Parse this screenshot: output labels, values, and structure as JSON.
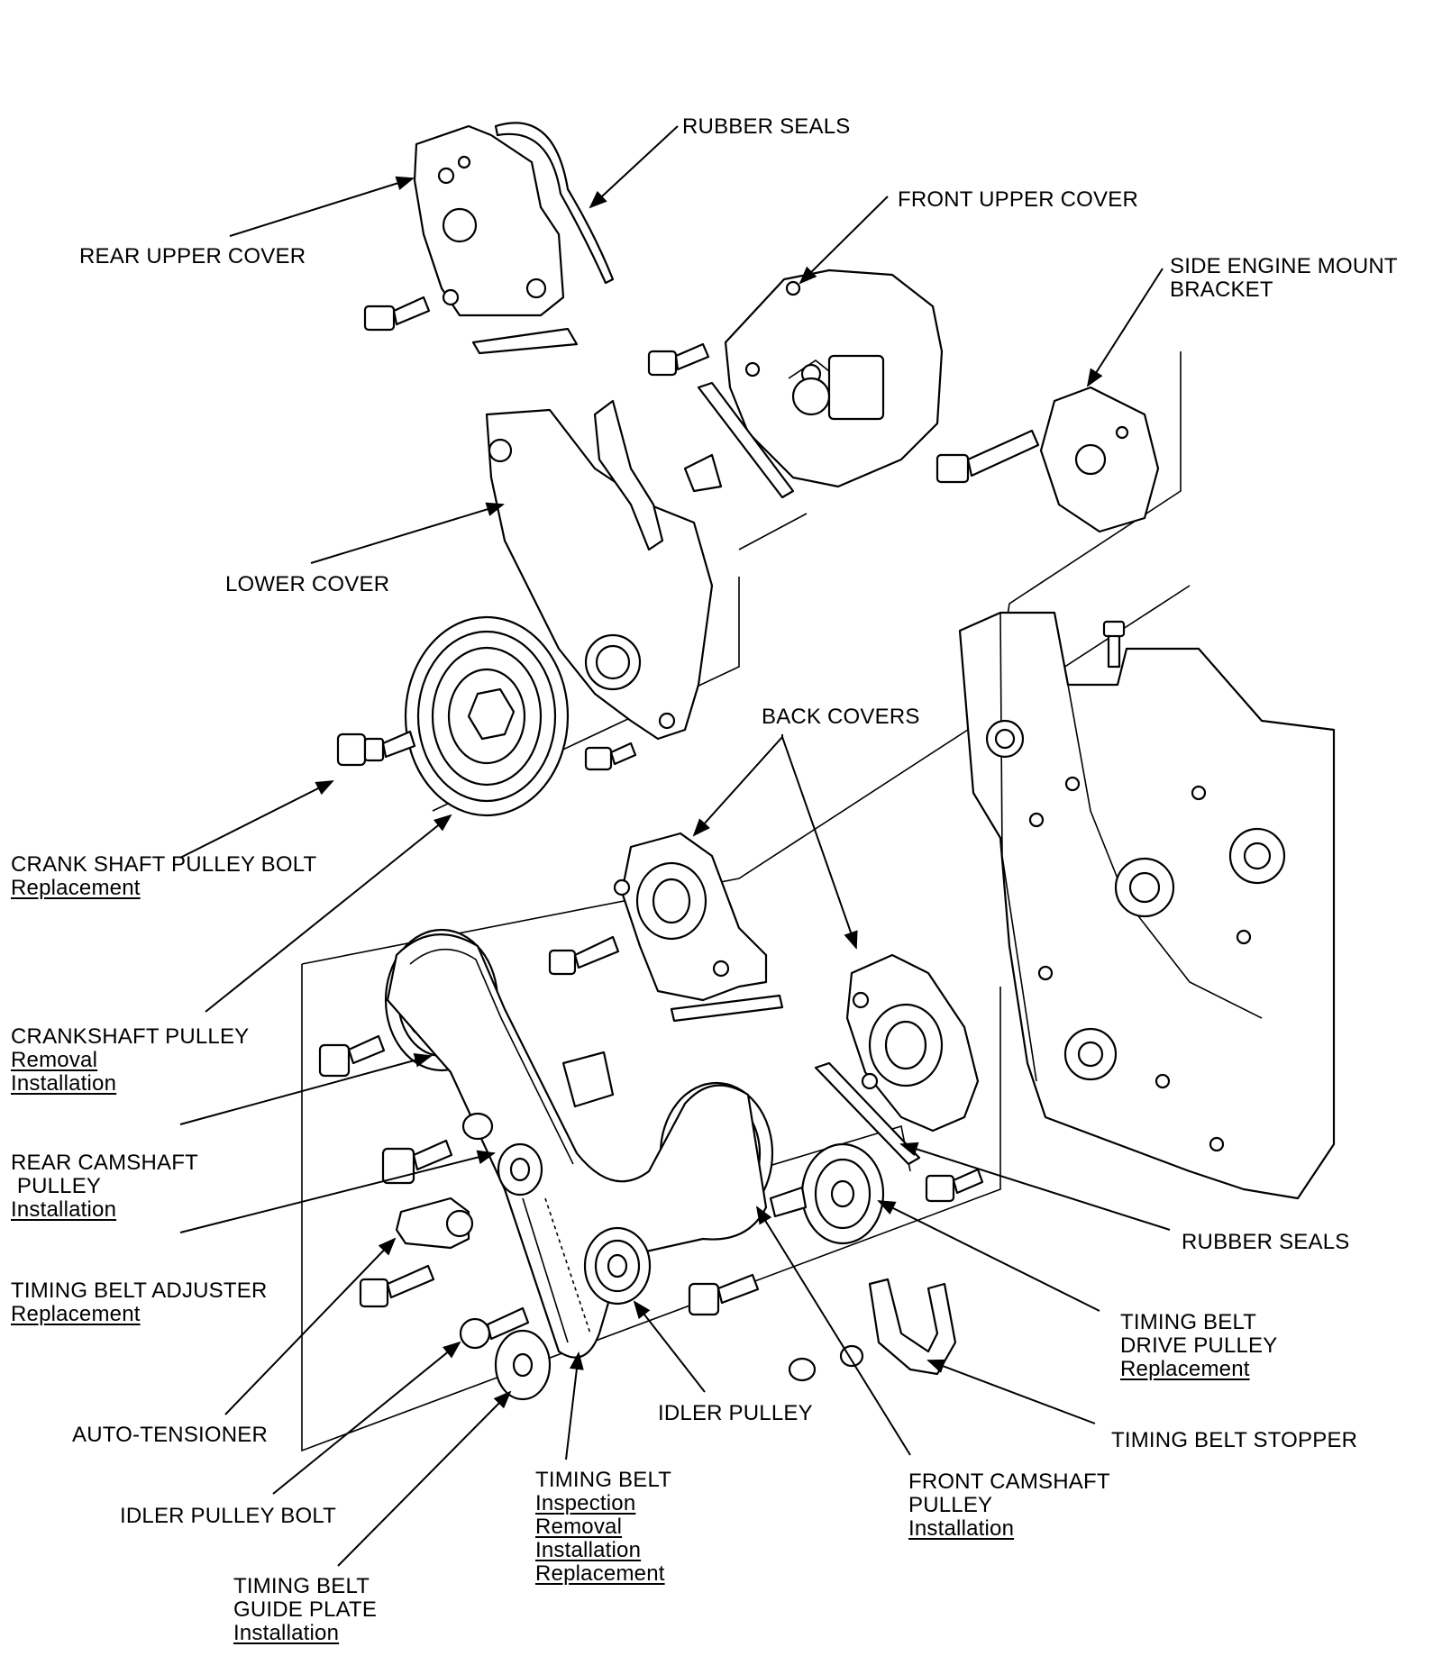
{
  "labels": {
    "rubber_seals_top": "RUBBER SEALS",
    "rear_upper_cover": "REAR UPPER COVER",
    "front_upper_cover": "FRONT UPPER COVER",
    "side_engine_mount_bracket": [
      "SIDE ENGINE MOUNT",
      "BRACKET"
    ],
    "lower_cover": "LOWER COVER",
    "back_covers": "BACK COVERS",
    "crank_shaft_pulley_bolt": {
      "title": "CRANK SHAFT PULLEY BOLT",
      "links": [
        "Replacement"
      ]
    },
    "crankshaft_pulley": {
      "title": "CRANKSHAFT PULLEY",
      "links": [
        "Removal",
        "Installation"
      ]
    },
    "rear_camshaft_pulley": {
      "title": [
        "REAR CAMSHAFT",
        " PULLEY"
      ],
      "links": [
        "Installation"
      ]
    },
    "timing_belt_adjuster": {
      "title": "TIMING BELT ADJUSTER",
      "links": [
        "Replacement"
      ]
    },
    "auto_tensioner": "AUTO-TENSIONER",
    "idler_pulley_bolt": "IDLER PULLEY BOLT",
    "timing_belt_guide_plate": {
      "title": [
        "TIMING BELT",
        "GUIDE PLATE"
      ],
      "links": [
        "Installation"
      ]
    },
    "timing_belt": {
      "title": "TIMING BELT",
      "links": [
        "Inspection",
        "Removal",
        "Installation",
        "Replacement"
      ]
    },
    "idler_pulley": "IDLER PULLEY",
    "front_camshaft_pulley": {
      "title": [
        "FRONT CAMSHAFT",
        "PULLEY"
      ],
      "links": [
        "Installation"
      ]
    },
    "rubber_seals_bottom": "RUBBER SEALS",
    "timing_belt_drive_pulley": {
      "title": [
        "TIMING BELT",
        "DRIVE PULLEY"
      ],
      "links": [
        "Replacement"
      ]
    },
    "timing_belt_stopper": "TIMING BELT STOPPER"
  }
}
